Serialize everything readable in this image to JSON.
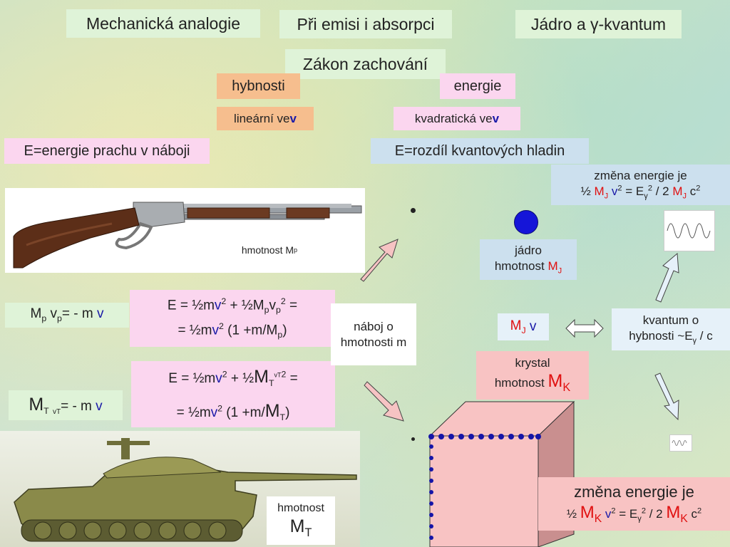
{
  "header": {
    "mech": "Mechanická analogie",
    "emise": "Při emisi i absorpci",
    "jadro": "Jádro a γ-kvantum",
    "zakon": "Zákon zachování"
  },
  "labels": {
    "hybnosti": "hybnosti",
    "energie": "energie",
    "linearni": "lineární ve ",
    "kvadraticka": "kvadratická ve ",
    "v": "v",
    "prach": "E=energie prachu v náboji",
    "rozdil": "E=rozdíl kvantových hladin",
    "zmena_top_1": "změna energie je",
    "zmena_bottom_1": "změna energie je",
    "jadro_1": "jádro",
    "jadro_2": "hmotnost ",
    "naboj": "náboj o hmotnosti m",
    "kvantum_1": "kvantum o",
    "kvantum_2": "hybnosti ~E",
    "krystal_1": "krystal",
    "krystal_2": "hmotnost ",
    "rifle_mass": "hmotnost M",
    "tank_mass_1": "hmotnost",
    "M": "M",
    "J": "J",
    "K": "K",
    "T": "T",
    "p": "p",
    "gamma": "γ"
  },
  "colors": {
    "red": "#e01010",
    "navy": "#1a1aa8",
    "nucleus": "#1515d8"
  }
}
